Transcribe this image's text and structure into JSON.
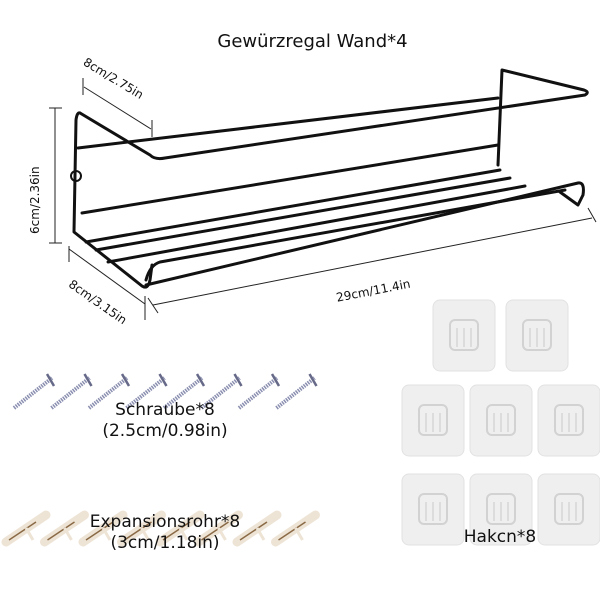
{
  "title": "Gewürzregal Wand*4",
  "dimensions": {
    "depth_top": "8cm/2.75in",
    "height": "6cm/2.36in",
    "depth_bottom": "8cm/3.15in",
    "length": "29cm/11.4in"
  },
  "screws": {
    "label": "Schraube*8",
    "size": "(2.5cm/0.98in)",
    "count": 8
  },
  "anchors": {
    "label": "Expansionsrohr*8",
    "size": "(3cm/1.18in)",
    "count": 8
  },
  "hooks": {
    "label": "Hakcn*8",
    "count": 8
  },
  "colors": {
    "rack": "#111111",
    "screw": "#8a8fb0",
    "anchor": "#eee4d6",
    "hook": "#efefef"
  }
}
